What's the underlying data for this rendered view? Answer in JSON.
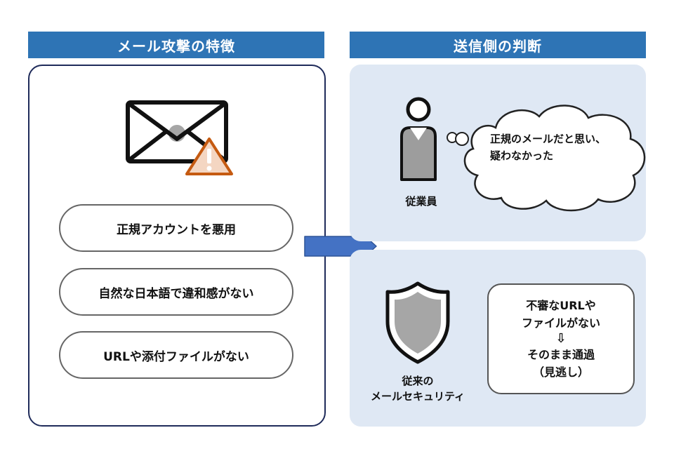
{
  "left": {
    "header": "メール攻撃の特徴",
    "email_icon": "envelope-with-warning-icon",
    "features": [
      "正規アカウントを悪用",
      "自然な日本語で違和感がない",
      "URLや添付ファイルがない"
    ]
  },
  "right": {
    "header": "送信側の判断",
    "employee": {
      "label": "従業員",
      "icon": "person-icon",
      "thought_line1": "正規のメールだと思い、",
      "thought_line2": "疑わなかった"
    },
    "security": {
      "label_line1": "従来の",
      "label_line2": "メールセキュリティ",
      "icon": "shield-icon",
      "result_line1": "不審なURLや",
      "result_line2": "ファイルがない",
      "result_arrow": "⇩",
      "result_line3": "そのまま通過",
      "result_line4": "（見逃し）"
    }
  },
  "colors": {
    "header_blue": "#2e74b5",
    "panel_light_blue": "#dfe8f4",
    "arrow_blue": "#4472c4",
    "left_border_navy": "#1f2b5a",
    "warning_orange": "#c55a11",
    "icon_gray": "#a6a6a6"
  }
}
